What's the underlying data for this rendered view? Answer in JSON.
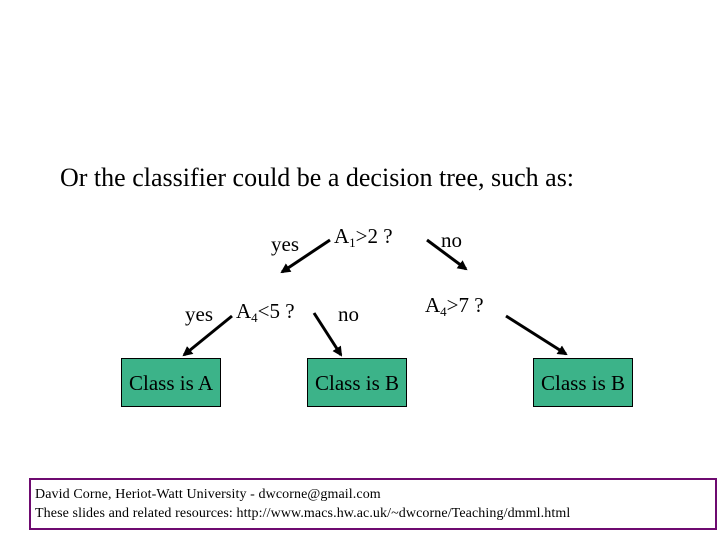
{
  "slide": {
    "heading": "Or the classifier could be a decision tree, such as:"
  },
  "tree": {
    "root": {
      "var": "A",
      "sub": "1",
      "rest": ">2 ?"
    },
    "root_yes": "yes",
    "root_no": "no",
    "left": {
      "var": "A",
      "sub": "4",
      "rest": "<5 ?"
    },
    "left_yes": "yes",
    "left_no": "no",
    "right": {
      "var": "A",
      "sub": "4",
      "rest": ">7 ?"
    },
    "leaf1": "Class is A",
    "leaf2": "Class is B",
    "leaf3": "Class is B",
    "colors": {
      "leaf_fill": "#3cb389",
      "footer_border": "#6e0a70"
    }
  },
  "footer": {
    "line1": "David Corne,  Heriot-Watt University  -  dwcorne@gmail.com",
    "line2": "These slides and related resources:   http://www.macs.hw.ac.uk/~dwcorne/Teaching/dmml.html"
  }
}
